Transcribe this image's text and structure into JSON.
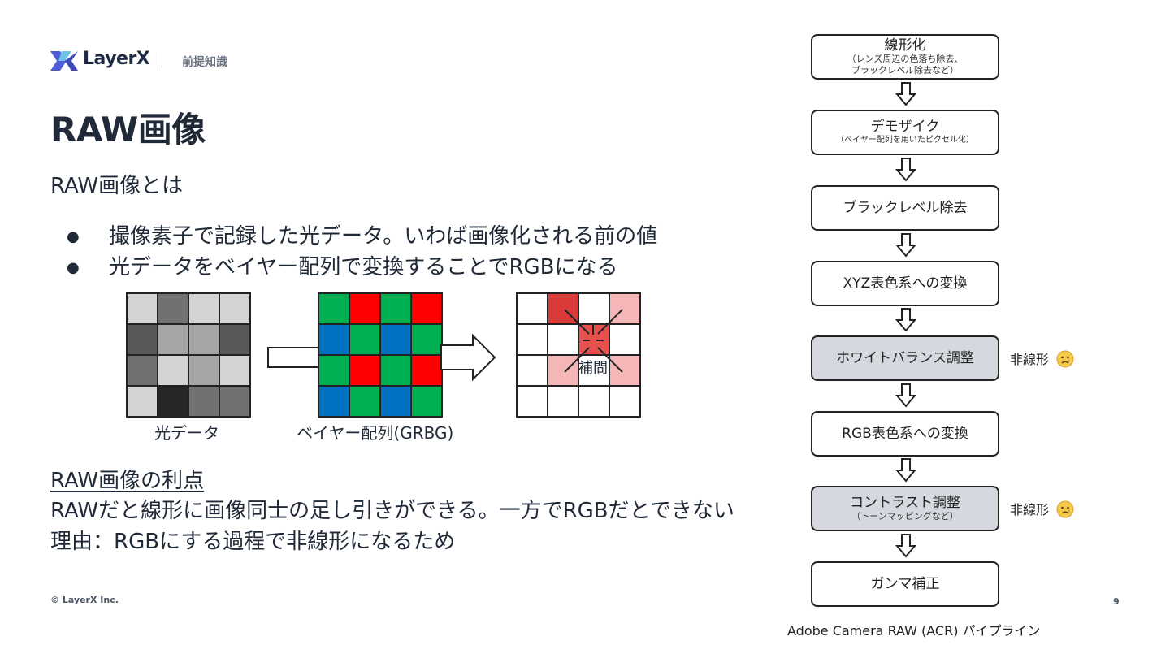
{
  "header": {
    "brand": "LayerX",
    "section": "前提知識"
  },
  "slide": {
    "title": "RAW画像",
    "intro_heading": "RAW画像とは",
    "bullets": [
      "撮像素子で記録した光データ。いわば画像化される前の値",
      "光データをベイヤー配列で変換することでRGBになる"
    ],
    "bullet_marker": "●",
    "advantages_heading": "RAW画像の利点",
    "advantages_lines": [
      "RAWだと線形に画像同士の足し引きができる。一方でRGBだとできない",
      "理由：RGBにする過程で非線形になるため"
    ]
  },
  "figure": {
    "light_data_label": "光データ",
    "bayer_label": "ベイヤー配列(GRBG)",
    "interpolation_label": "補間",
    "light_grid": [
      [
        "#d4d4d4",
        "#727070",
        "#d4d4d4",
        "#d4d4d4"
      ],
      [
        "#595959",
        "#a6a6a6",
        "#a6a6a6",
        "#595959"
      ],
      [
        "#727070",
        "#d4d4d4",
        "#a6a6a6",
        "#d4d4d4"
      ],
      [
        "#d4d4d4",
        "#262626",
        "#727070",
        "#727070"
      ]
    ],
    "bayer_grid": [
      [
        "#00b050",
        "#ff0000",
        "#00b050",
        "#ff0000"
      ],
      [
        "#0070c0",
        "#00b050",
        "#0070c0",
        "#00b050"
      ],
      [
        "#00b050",
        "#ff0000",
        "#00b050",
        "#ff0000"
      ],
      [
        "#0070c0",
        "#00b050",
        "#0070c0",
        "#00b050"
      ]
    ],
    "interp_grid": [
      [
        "#ffffff",
        "#d93b3b",
        "#ffffff",
        "#f4b6b6"
      ],
      [
        "#ffffff",
        "#ffffff",
        "#e85050",
        "#ffffff"
      ],
      [
        "#ffffff",
        "#f4b6b6",
        "#ffffff",
        "#f4b6b6"
      ],
      [
        "#ffffff",
        "#ffffff",
        "#ffffff",
        "#ffffff"
      ]
    ]
  },
  "pipeline": {
    "steps": [
      {
        "title": "線形化",
        "note": "（レンズ周辺の色落ち除去、\nブラックレベル除去など）",
        "nonlinear": false
      },
      {
        "title": "デモザイク",
        "note": "（ベイヤー配列を用いたピクセル化）",
        "nonlinear": false
      },
      {
        "title": "ブラックレベル除去",
        "note": "",
        "nonlinear": false
      },
      {
        "title": "XYZ表色系への変換",
        "note": "",
        "nonlinear": false
      },
      {
        "title": "ホワイトバランス調整",
        "note": "",
        "nonlinear": true
      },
      {
        "title": "RGB表色系への変換",
        "note": "",
        "nonlinear": false
      },
      {
        "title": "コントラスト調整",
        "note": "（トーンマッピングなど）",
        "nonlinear": true
      },
      {
        "title": "ガンマ補正",
        "note": "",
        "nonlinear": false
      }
    ],
    "nonlinear_tag": "非線形",
    "nonlinear_icon": "sad-face-icon",
    "caption": "Adobe Camera RAW (ACR) パイプライン",
    "nonlinear_color": "#d5d9df"
  },
  "footer": {
    "copyright": "© LayerX Inc.",
    "page": "9"
  }
}
